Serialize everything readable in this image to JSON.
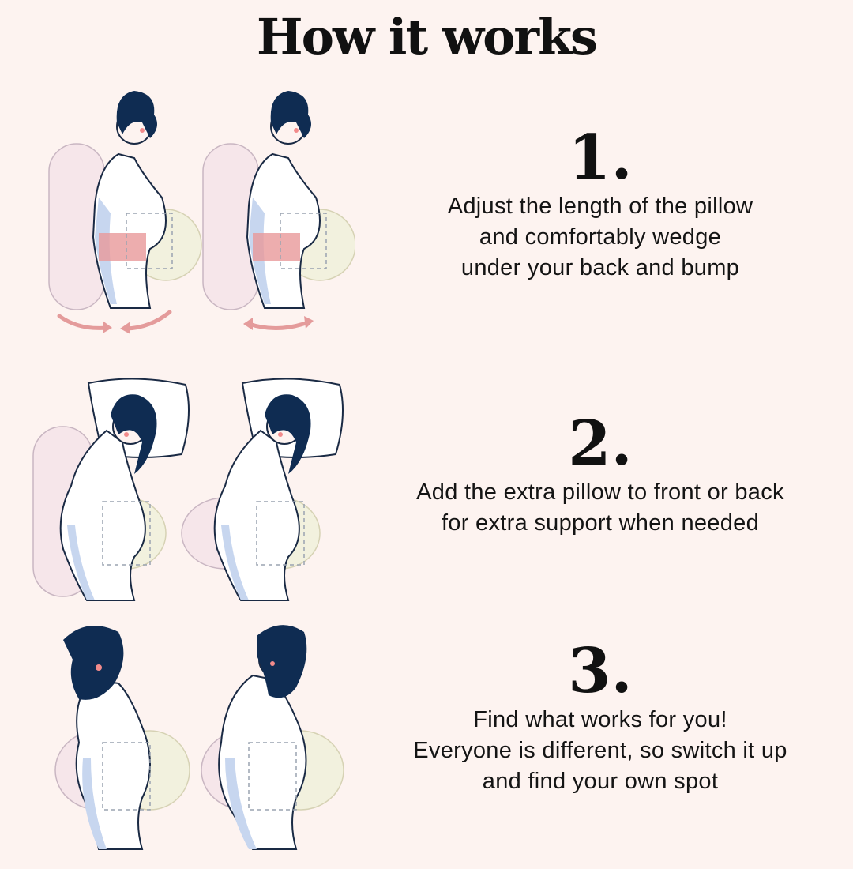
{
  "title": "How it works",
  "steps": [
    {
      "number": "1.",
      "lines": [
        "Adjust the length of the pillow",
        "and comfortably wedge",
        "under your back and bump"
      ]
    },
    {
      "number": "2.",
      "lines": [
        "Add the extra pillow to front or back",
        "for extra support when needed"
      ]
    },
    {
      "number": "3.",
      "lines": [
        "Find what works for you!",
        "Everyone is different, so switch it up",
        "and find your own spot"
      ]
    }
  ],
  "colors": {
    "background": "#fdf3f0",
    "hair": "#0f2c52",
    "pillow_pink": "#f6e6ea",
    "pillow_yellow": "#f2f1de",
    "arrow": "#e49b9b"
  },
  "icons": [
    "woman-illustration",
    "pillow-illustration",
    "arrow-icon"
  ]
}
